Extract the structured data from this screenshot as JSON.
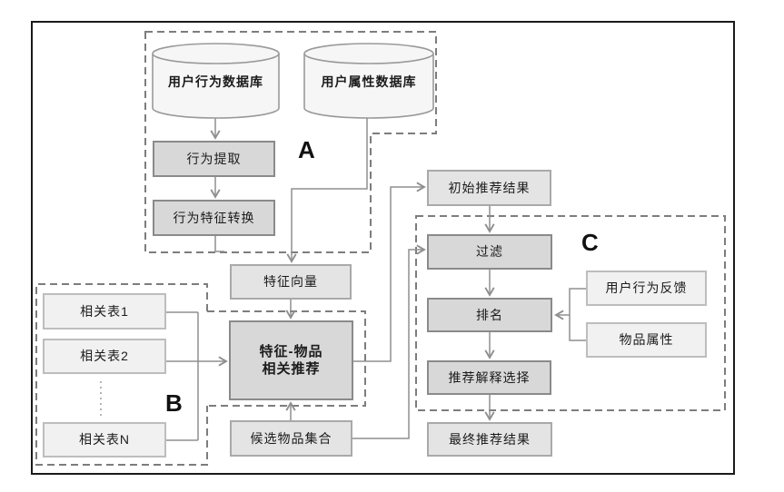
{
  "regions": {
    "a": {
      "label": "A"
    },
    "b": {
      "label": "B"
    },
    "c": {
      "label": "C"
    }
  },
  "nodes": {
    "db_user_behavior": {
      "label": "用户行为数据库"
    },
    "db_user_attribute": {
      "label": "用户属性数据库"
    },
    "behavior_extraction": {
      "label": "行为提取"
    },
    "behavior_feature_conversion": {
      "label": "行为特征转换"
    },
    "feature_vector": {
      "label": "特征向量"
    },
    "relation_table_1": {
      "label": "相关表1"
    },
    "relation_table_2": {
      "label": "相关表2"
    },
    "relation_table_n": {
      "label": "相关表N"
    },
    "feature_item_recommendation": {
      "line1": "特征-物品",
      "line2": "相关推荐"
    },
    "candidate_item_set": {
      "label": "候选物品集合"
    },
    "initial_recommendation_result": {
      "label": "初始推荐结果"
    },
    "filter": {
      "label": "过滤"
    },
    "ranking": {
      "label": "排名"
    },
    "recommendation_explanation_selection": {
      "label": "推荐解释选择"
    },
    "final_recommendation_result": {
      "label": "最终推荐结果"
    },
    "user_behavior_feedback": {
      "label": "用户行为反馈"
    },
    "item_attribute": {
      "label": "物品属性"
    }
  },
  "edges": [
    {
      "from": "db_user_behavior",
      "to": "behavior_extraction"
    },
    {
      "from": "behavior_extraction",
      "to": "behavior_feature_conversion"
    },
    {
      "from": "behavior_feature_conversion",
      "to": "feature_vector"
    },
    {
      "from": "db_user_attribute",
      "to": "feature_vector"
    },
    {
      "from": "feature_vector",
      "to": "feature_item_recommendation"
    },
    {
      "from": "relation_table_1",
      "to": "feature_item_recommendation"
    },
    {
      "from": "relation_table_2",
      "to": "feature_item_recommendation"
    },
    {
      "from": "relation_table_n",
      "to": "feature_item_recommendation"
    },
    {
      "from": "candidate_item_set",
      "to": "feature_item_recommendation"
    },
    {
      "from": "feature_item_recommendation",
      "to": "initial_recommendation_result"
    },
    {
      "from": "candidate_item_set",
      "to": "filter"
    },
    {
      "from": "initial_recommendation_result",
      "to": "filter"
    },
    {
      "from": "filter",
      "to": "ranking"
    },
    {
      "from": "user_behavior_feedback",
      "to": "ranking"
    },
    {
      "from": "item_attribute",
      "to": "ranking"
    },
    {
      "from": "ranking",
      "to": "recommendation_explanation_selection"
    },
    {
      "from": "recommendation_explanation_selection",
      "to": "final_recommendation_result"
    }
  ],
  "palette": {
    "frame_border": "#1a1a1a",
    "dashed_region": "#7d7d7d",
    "connector": "#8f8f8f",
    "process_fill": "#d8d8d8",
    "process_border": "#8a8a8a",
    "data_fill": "#e4e4e4",
    "data_border": "#a9a9a9",
    "io_fill": "#f1f1f1",
    "io_border": "#bdbdbd",
    "cylinder_fill": "#f6f6f6",
    "cylinder_border": "#9a9a9a",
    "text": "#1b1b1b"
  }
}
